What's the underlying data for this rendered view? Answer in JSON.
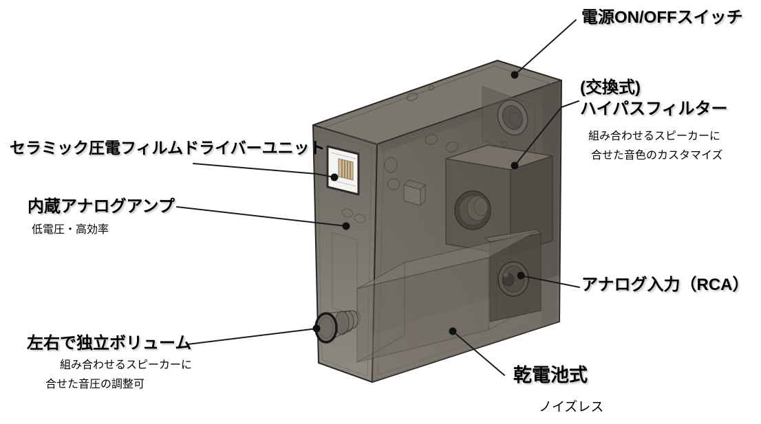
{
  "diagram": {
    "callouts": {
      "driver": {
        "label": "セラミック圧電フィルムドライバーユニット"
      },
      "amplifier": {
        "label": "内蔵アナログアンプ",
        "desc": "低電圧・高効率"
      },
      "volume": {
        "label": "左右で独立ボリューム",
        "desc_line1": "組み合わせるスピーカーに",
        "desc_line2": "合せた音圧の調整可"
      },
      "power": {
        "label": "電源ON/OFFスイッチ"
      },
      "filter": {
        "label_line1": "(交換式)",
        "label_line2": "ハイパスフィルター",
        "desc_line1": "組み合わせるスピーカーに",
        "desc_line2": "合せた音色のカスタマイズ"
      },
      "rca": {
        "label": "アナログ入力（RCA）"
      },
      "battery": {
        "label": "乾電池式",
        "desc": "ノイズレス"
      }
    },
    "colors": {
      "background": "#ffffff",
      "text": "#000000",
      "leader_line": "#1a1a1a",
      "box_top_face": "#7b766e",
      "box_left_face": "#6f6a63",
      "box_front_face": "#6a655e",
      "compartment_dark": "#4e4a44",
      "driver_window": "#f4f4f2",
      "driver_film": "#cfbc9b"
    }
  }
}
